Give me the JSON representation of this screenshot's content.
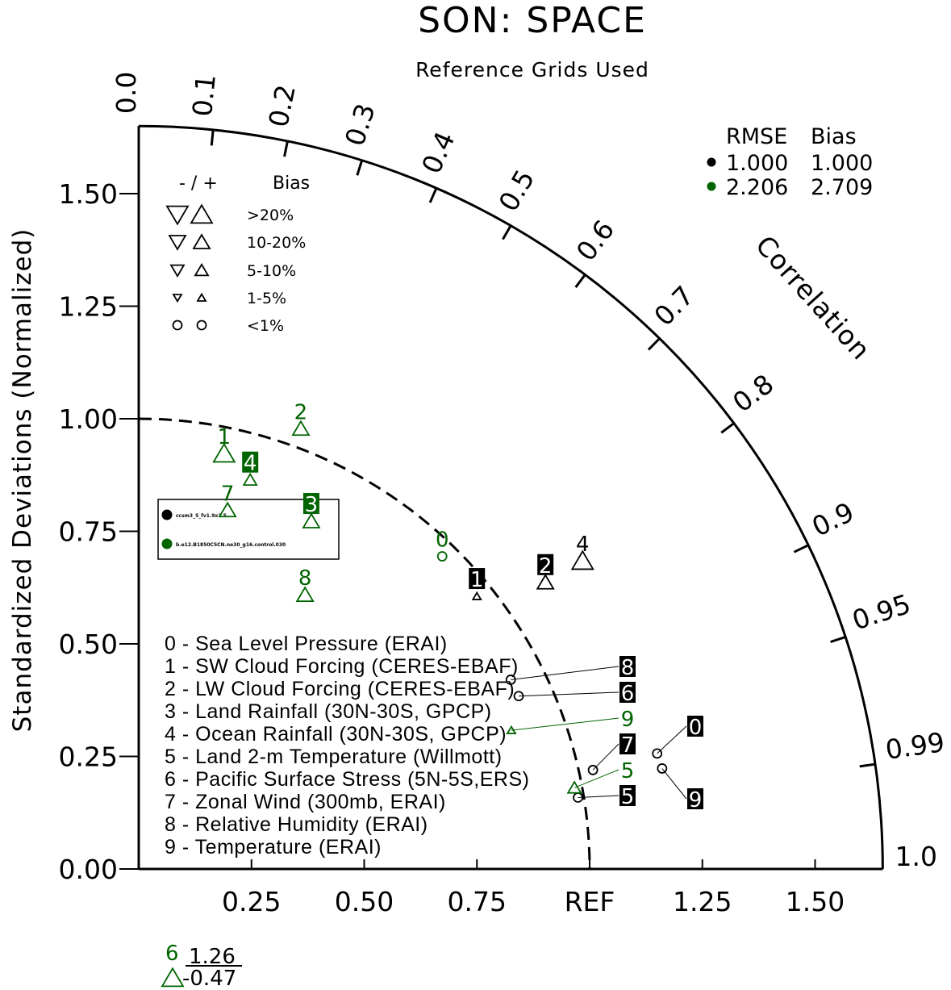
{
  "chart_data": {
    "type": "taylor",
    "title": "SON: SPACE",
    "subtitle": "Reference Grids Used",
    "ylabel": "Standardized Deviations (Normalized)",
    "arc_label": "Correlation",
    "std_max": 1.65,
    "x_ticks": [
      {
        "v": 0.25,
        "label": "0.25"
      },
      {
        "v": 0.5,
        "label": "0.50"
      },
      {
        "v": 0.75,
        "label": "0.75"
      },
      {
        "v": 1.0,
        "label": "REF"
      },
      {
        "v": 1.25,
        "label": "1.25"
      },
      {
        "v": 1.5,
        "label": "1.50"
      }
    ],
    "y_ticks": [
      {
        "v": 0,
        "label": "0.00"
      },
      {
        "v": 0.25,
        "label": "0.25"
      },
      {
        "v": 0.5,
        "label": "0.50"
      },
      {
        "v": 0.75,
        "label": "0.75"
      },
      {
        "v": 1.0,
        "label": "1.00"
      },
      {
        "v": 1.25,
        "label": "1.25"
      },
      {
        "v": 1.5,
        "label": "1.50"
      }
    ],
    "corr_ticks": [
      {
        "v": 0.0,
        "label": "0.0"
      },
      {
        "v": 0.1,
        "label": "0.1"
      },
      {
        "v": 0.2,
        "label": "0.2"
      },
      {
        "v": 0.3,
        "label": "0.3"
      },
      {
        "v": 0.4,
        "label": "0.4"
      },
      {
        "v": 0.5,
        "label": "0.5"
      },
      {
        "v": 0.6,
        "label": "0.6"
      },
      {
        "v": 0.7,
        "label": "0.7"
      },
      {
        "v": 0.8,
        "label": "0.8"
      },
      {
        "v": 0.9,
        "label": "0.9"
      },
      {
        "v": 0.95,
        "label": "0.95"
      },
      {
        "v": 0.99,
        "label": "0.99"
      },
      {
        "v": 1.0,
        "label": "1.0"
      }
    ],
    "models": [
      {
        "name": "ccsm3_5_fv1.9x2.5",
        "color": "#000000"
      },
      {
        "name": "b.e12.B1850C5CN.ne30_g16.control.030",
        "color": "#006400"
      }
    ],
    "cases": [
      "0 - Sea Level Pressure (ERAI)",
      "1 - SW Cloud Forcing (CERES-EBAF)",
      "2 - LW Cloud Forcing (CERES-EBAF)",
      "3 - Land Rainfall (30N-30S, GPCP)",
      "4 - Ocean Rainfall (30N-30S, GPCP)",
      "5 - Land 2-m Temperature (Willmott)",
      "6 - Pacific Surface Stress (5N-5S,ERS)",
      "7 - Zonal Wind (300mb, ERAI)",
      "8 - Relative Humidity (ERAI)",
      "9 - Temperature (ERAI)"
    ],
    "bias_legend": {
      "header_signs": "-  /  +",
      "header": "Bias",
      "classes": [
        ">20%",
        "10-20%",
        "5-10%",
        "1-5%",
        "<1%"
      ]
    },
    "rmse_bias_table": {
      "header": [
        "RMSE",
        "Bias"
      ],
      "rows": [
        [
          "1.000",
          "1.000"
        ],
        [
          "2.206",
          "2.709"
        ]
      ]
    },
    "points": [
      {
        "model": 0,
        "case": "0",
        "std": 1.178,
        "corr": 0.976,
        "bias": "<1%",
        "sign": "+",
        "boxed": true
      },
      {
        "model": 0,
        "case": "9",
        "std": 1.182,
        "corr": 0.982,
        "bias": "<1%",
        "sign": "+",
        "boxed": true
      },
      {
        "model": 0,
        "case": "1",
        "std": 0.964,
        "corr": 0.778,
        "bias": "1-5%",
        "sign": "+",
        "boxed": true
      },
      {
        "model": 0,
        "case": "2",
        "std": 1.104,
        "corr": 0.817,
        "bias": "10-20%",
        "sign": "+",
        "boxed": true
      },
      {
        "model": 0,
        "case": "4",
        "std": 1.199,
        "corr": 0.821,
        "bias": ">20%",
        "sign": "+",
        "boxed": false
      },
      {
        "model": 0,
        "case": "8",
        "std": 0.926,
        "corr": 0.891,
        "bias": "<1%",
        "sign": "+",
        "boxed": true
      },
      {
        "model": 0,
        "case": "6",
        "std": 0.926,
        "corr": 0.91,
        "bias": "<1%",
        "sign": "+",
        "boxed": true
      },
      {
        "model": 0,
        "case": "7",
        "std": 1.031,
        "corr": 0.977,
        "bias": "<1%",
        "sign": "+",
        "boxed": true
      },
      {
        "model": 0,
        "case": "5",
        "std": 0.987,
        "corr": 0.987,
        "bias": "<1%",
        "sign": "+",
        "boxed": true
      },
      {
        "model": 1,
        "case": "0",
        "std": 0.967,
        "corr": 0.696,
        "bias": "<1%",
        "sign": "+",
        "boxed": false
      },
      {
        "model": 1,
        "case": "1",
        "std": 0.942,
        "corr": 0.201,
        "bias": ">20%",
        "sign": "+",
        "boxed": false
      },
      {
        "model": 1,
        "case": "2",
        "std": 1.042,
        "corr": 0.345,
        "bias": "10-20%",
        "sign": "+",
        "boxed": false
      },
      {
        "model": 1,
        "case": "3",
        "std": 0.862,
        "corr": 0.444,
        "bias": "10-20%",
        "sign": "+",
        "boxed": true
      },
      {
        "model": 1,
        "case": "4",
        "std": 0.899,
        "corr": 0.275,
        "bias": "5-10%",
        "sign": "+",
        "boxed": true
      },
      {
        "model": 1,
        "case": "5",
        "std": 0.983,
        "corr": 0.983,
        "bias": "5-10%",
        "sign": "+",
        "boxed": false
      },
      {
        "model": 1,
        "case": "7",
        "std": 0.821,
        "corr": 0.24,
        "bias": "10-20%",
        "sign": "+",
        "boxed": false
      },
      {
        "model": 1,
        "case": "8",
        "std": 0.712,
        "corr": 0.518,
        "bias": "10-20%",
        "sign": "+",
        "boxed": false
      },
      {
        "model": 1,
        "case": "9",
        "std": 0.882,
        "corr": 0.937,
        "bias": "1-5%",
        "sign": "+",
        "boxed": false
      }
    ],
    "off_chart": [
      {
        "model": 1,
        "case": "6",
        "std": "1.26",
        "corr": "-0.47",
        "bias": ">20%",
        "sign": "+"
      }
    ]
  }
}
